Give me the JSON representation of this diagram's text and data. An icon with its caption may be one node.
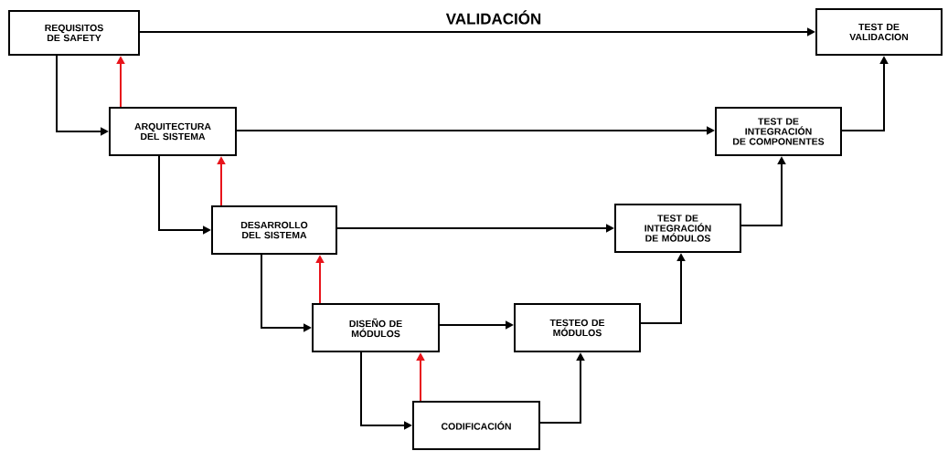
{
  "diagram": {
    "title": "VALIDACIÓN",
    "nodes": [
      {
        "text": [
          "REQUISITOS DE SAFETY"
        ]
      },
      {
        "text": [
          "ARQUITECTURA DEL SISTEMA"
        ]
      },
      {
        "text": [
          "DESARROLLO DEL SISTEMA"
        ]
      },
      {
        "text": [
          "DISEÑO DE MÓDULOS"
        ]
      },
      {
        "text": [
          "CODIFICACIÓN"
        ]
      },
      {
        "text": [
          "TESTEO DE MÓDULOS"
        ]
      },
      {
        "text": [
          "TEST DE INTEGRACIÓN DE MÓDULOS"
        ]
      },
      {
        "text": [
          "TEST DE INTEGRACIÓN DE COMPONENTES"
        ]
      },
      {
        "text": [
          "TEST DE VALIDACION"
        ]
      }
    ],
    "edges": [
      {
        "from": 0,
        "to": 8,
        "arrow": "to"
      },
      {
        "from": 0,
        "to": 1,
        "arrow": "to"
      },
      {
        "from": 1,
        "to": 0,
        "arrow": "to",
        "color": "#e8141b"
      },
      {
        "from": 1,
        "to": 7,
        "arrow": "to"
      },
      {
        "from": 1,
        "to": 2,
        "arrow": "to"
      },
      {
        "from": 2,
        "to": 1,
        "arrow": "to",
        "color": "#e8141b"
      },
      {
        "from": 2,
        "to": 6,
        "arrow": "to"
      },
      {
        "from": 2,
        "to": 3,
        "arrow": "to"
      },
      {
        "from": 3,
        "to": 2,
        "arrow": "to",
        "color": "#e8141b"
      },
      {
        "from": 3,
        "to": 5,
        "arrow": "to"
      },
      {
        "from": 3,
        "to": 4,
        "arrow": "to"
      },
      {
        "from": 4,
        "to": 3,
        "arrow": "to",
        "color": "#e8141b"
      },
      {
        "from": 4,
        "to": 5,
        "arrow": "to"
      },
      {
        "from": 5,
        "to": 6,
        "arrow": "to"
      },
      {
        "from": 6,
        "to": 7,
        "arrow": "to"
      },
      {
        "from": 7,
        "to": 8,
        "arrow": "to"
      }
    ]
  }
}
